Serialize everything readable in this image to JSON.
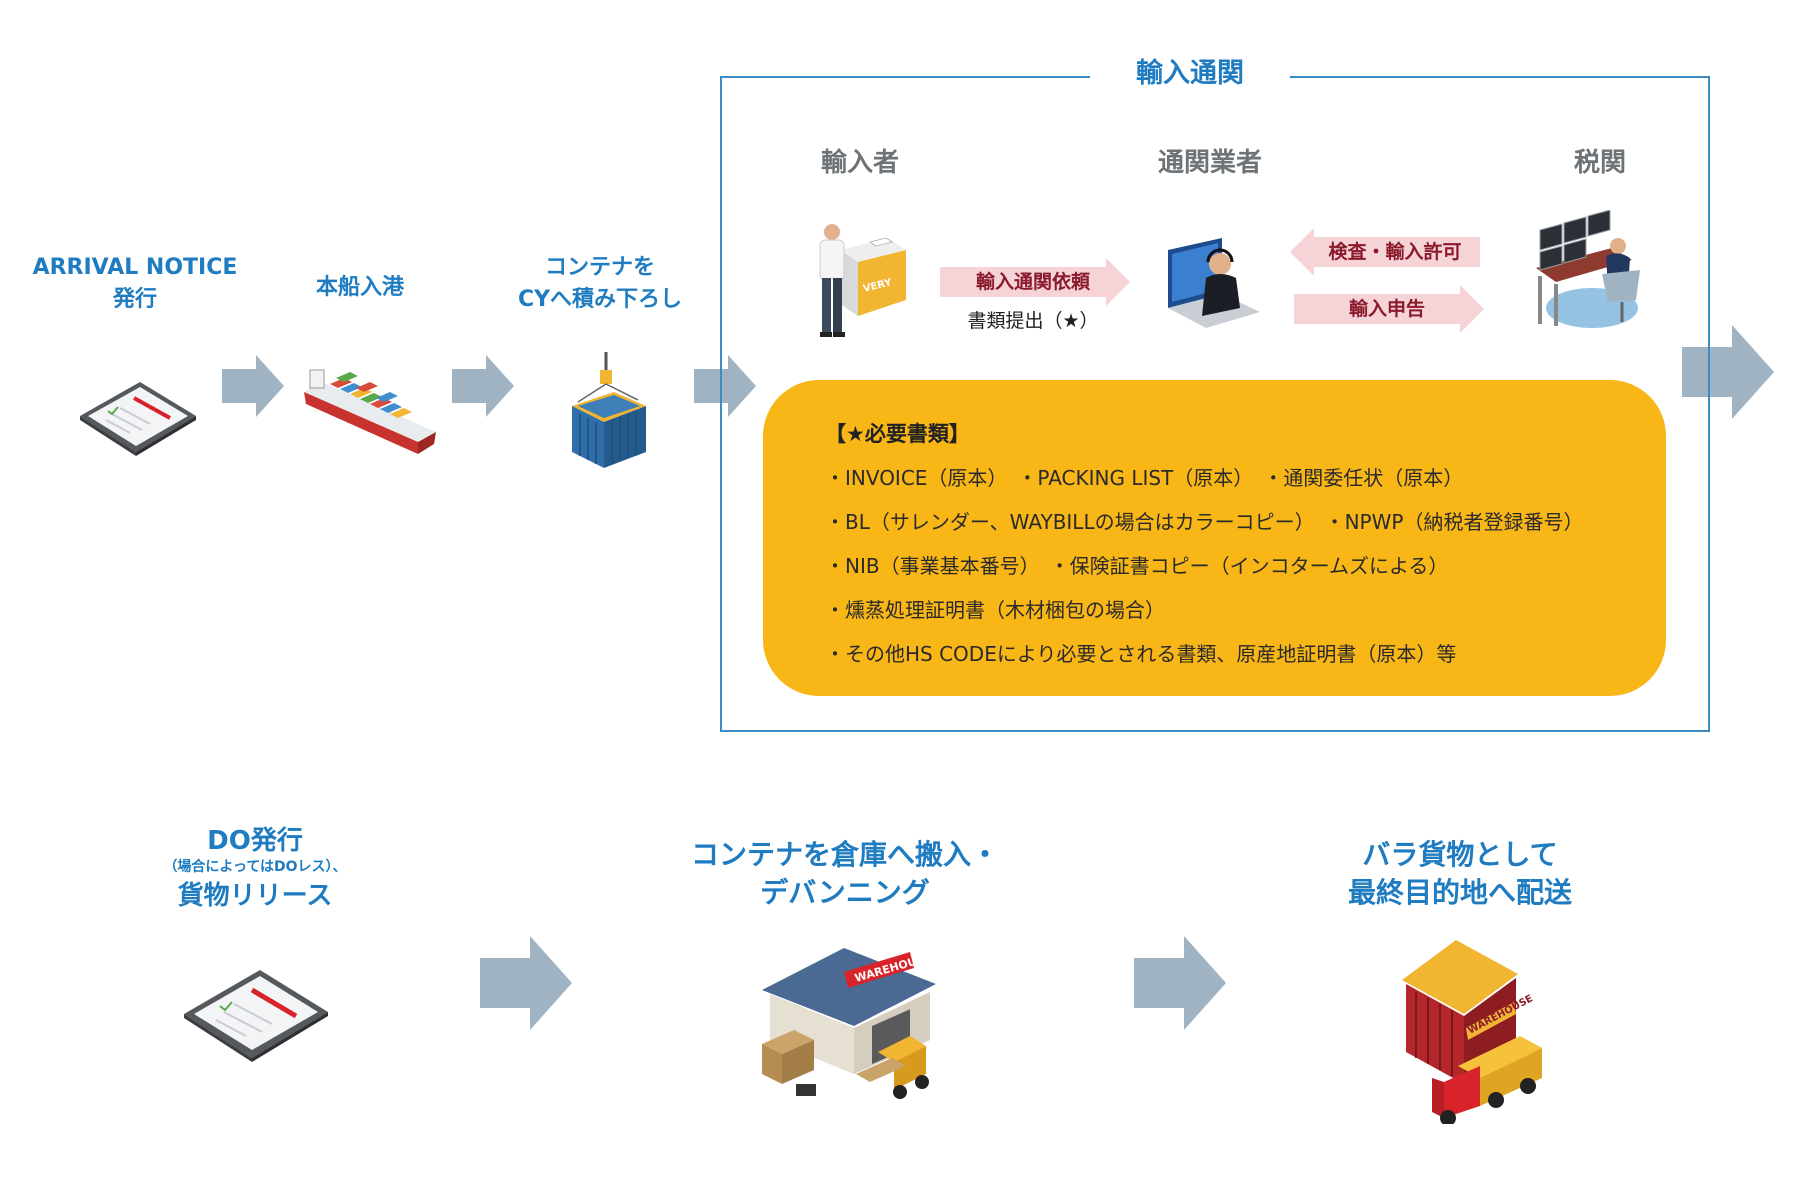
{
  "steps_top": [
    {
      "lines": [
        "ARRIVAL NOTICE",
        "発行"
      ]
    },
    {
      "lines": [
        "本船入港"
      ]
    },
    {
      "lines": [
        "コンテナを",
        "CYへ積み下ろし"
      ]
    }
  ],
  "customs": {
    "title": "輸入通関",
    "actors": [
      "輸入者",
      "通関業者",
      "税関"
    ],
    "flow_request": "輸入通関依頼",
    "flow_request_note": "書類提出（★）",
    "flow_inspection": "検査・輸入許可",
    "flow_declaration": "輸入申告",
    "docs_heading": "【★必要書類】",
    "docs_lines": [
      "・INVOICE（原本）　・PACKING LIST（原本）　・通関委任状（原本）",
      "・BL（サレンダー、WAYBILLの場合はカラーコピー）　・NPWP（納税者登録番号）",
      "・NIB（事業基本番号）　・保険証書コピー（インコタームズによる）",
      "・燻蒸処理証明書（木材梱包の場合）",
      "・その他HS CODEにより必要とされる書類、原産地証明書（原本）等"
    ]
  },
  "steps_bottom": [
    {
      "line1": "DO発行",
      "note": "（場合によってはDOレス）、",
      "line2": "貨物リリース"
    },
    {
      "line1": "コンテナを倉庫へ搬入・",
      "line2": "デバンニング"
    },
    {
      "line1": "バラ貨物として",
      "line2": "最終目的地へ配送"
    }
  ],
  "icons": {
    "tablet": "tablet-document-icon",
    "ship": "container-ship-icon",
    "container": "container-crane-icon",
    "importer": "importer-desk-icon",
    "broker": "customs-broker-laptop-icon",
    "customs_officer": "customs-officer-monitors-icon",
    "warehouse": "warehouse-forklift-icon",
    "delivery": "warehouse-truck-icon"
  },
  "colors": {
    "label_blue": "#1f7cc1",
    "arrow_gray": "#9fb3c2",
    "docs_yellow": "#f8b617",
    "flow_pink": "#f5d3d6",
    "flow_text": "#8a1a2c",
    "actor_gray": "#6d7377"
  }
}
